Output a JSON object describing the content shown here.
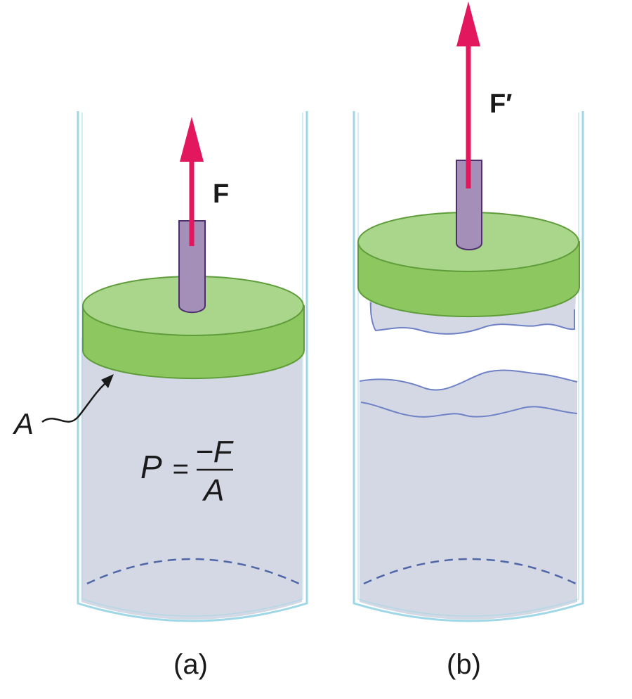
{
  "panels": [
    {
      "caption": "(a)",
      "force_label": "F",
      "area_label": "A",
      "equation": {
        "lhs": "P",
        "equals": "=",
        "numerator": "−F",
        "denominator": "A"
      }
    },
    {
      "caption": "(b)",
      "force_label": "F′"
    }
  ],
  "colors": {
    "fluid": "#d4d8e5",
    "fluid_edge": "#6f82c6",
    "cylinder_wall": "#9fd7e6",
    "piston_top": "#a9d68b",
    "piston_side": "#8cc760",
    "piston_edge": "#5f9c3a",
    "rod": "#a48fb9",
    "rod_edge": "#4f2e6e",
    "arrow": "#e2175d",
    "dashed": "#4f67a7"
  }
}
